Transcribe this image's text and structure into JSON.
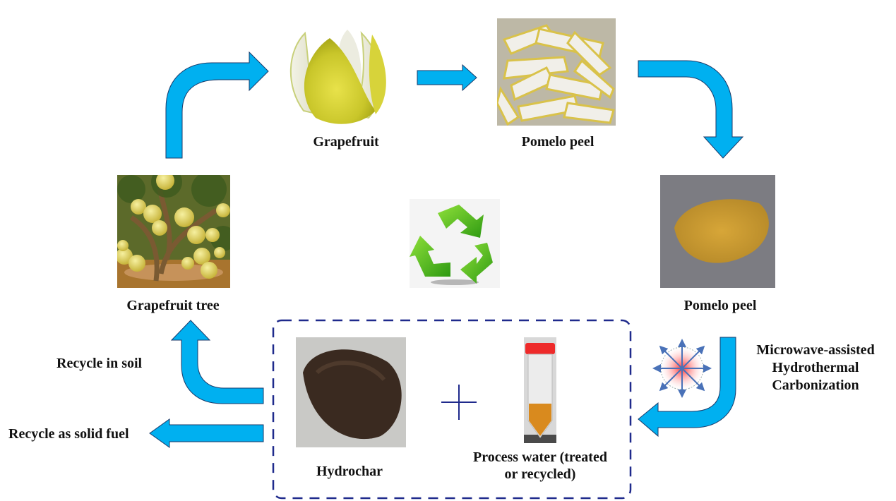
{
  "diagram": {
    "title": "Pomelo peel hydrothermal carbonization recycling cycle",
    "colors": {
      "arrow": "#00b0f0",
      "arrow_outline": "#1a3a6a",
      "dashed_box": "#1f2a8c",
      "plus": "#1f2a8c",
      "text": "#111111"
    },
    "nodes": {
      "grapefruit": {
        "label": "Grapefruit",
        "icon": "grapefruit-image"
      },
      "pomelo_peel_fresh": {
        "label": "Pomelo peel",
        "icon": "peel-strips-image"
      },
      "pomelo_peel_powder": {
        "label": "Pomelo peel",
        "icon": "peel-powder-image"
      },
      "grapefruit_tree": {
        "label": "Grapefruit tree",
        "icon": "tree-image"
      },
      "hydrochar": {
        "label": "Hydrochar",
        "icon": "hydrochar-image"
      },
      "process_water": {
        "label_line1": "Process water (treated",
        "label_line2": "or recycled)",
        "icon": "tube-image"
      },
      "recycle_symbol": {
        "icon": "recycle-icon"
      }
    },
    "process": {
      "line1": "Microwave-assisted",
      "line2": "Hydrothermal",
      "line3": "Carbonization",
      "icon": "microwave-radiation-icon"
    },
    "outputs": {
      "soil": "Recycle in soil",
      "fuel": "Recycle as solid fuel"
    },
    "plus_symbol": "+"
  }
}
